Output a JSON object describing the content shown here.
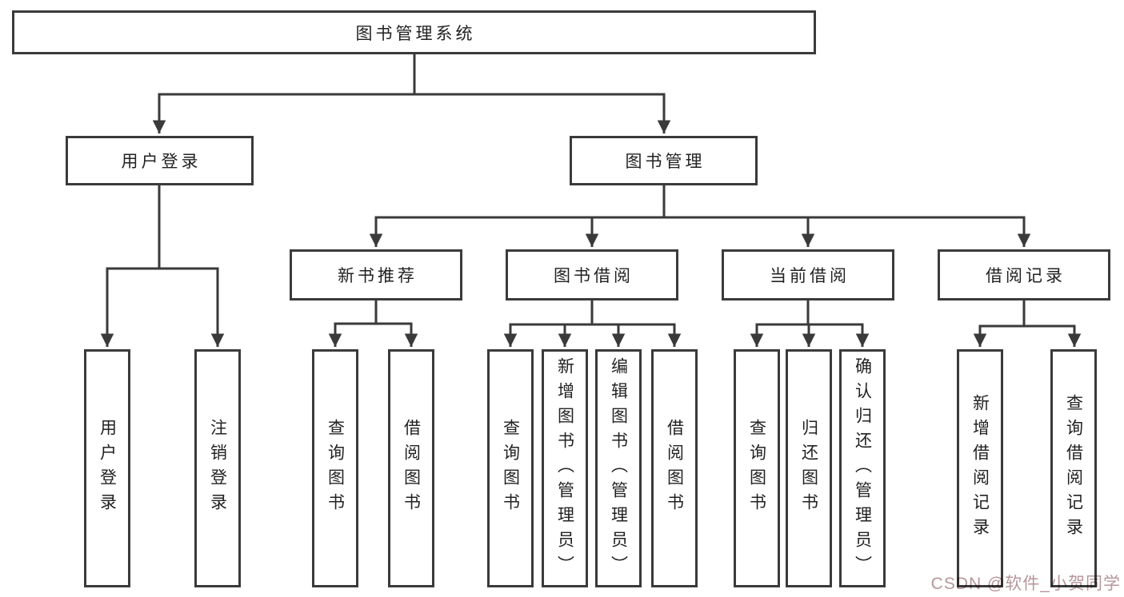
{
  "colors": {
    "line": "#3a3a3a",
    "box_border": "#3a3a3a",
    "text": "#222222",
    "background": "#ffffff",
    "watermark": "#b08d93"
  },
  "watermark": {
    "text": "CSDN @软件_小贺同学"
  },
  "chart_type": "tree-diagram",
  "tree": {
    "root": "图书管理系统",
    "branches": [
      {
        "label": "用户登录",
        "children": [
          "用户登录",
          "注销登录"
        ]
      },
      {
        "label": "图书管理",
        "sections": [
          {
            "label": "新书推荐",
            "children": [
              "查询图书",
              "借阅图书"
            ]
          },
          {
            "label": "图书借阅",
            "children": [
              "查询图书",
              "新增图书（管理员）",
              "编辑图书（管理员）",
              "借阅图书"
            ]
          },
          {
            "label": "当前借阅",
            "children": [
              "查询图书",
              "归还图书",
              "确认归还（管理员）"
            ]
          },
          {
            "label": "借阅记录",
            "children": [
              "新增借阅记录",
              "查询借阅记录"
            ]
          }
        ]
      }
    ]
  }
}
